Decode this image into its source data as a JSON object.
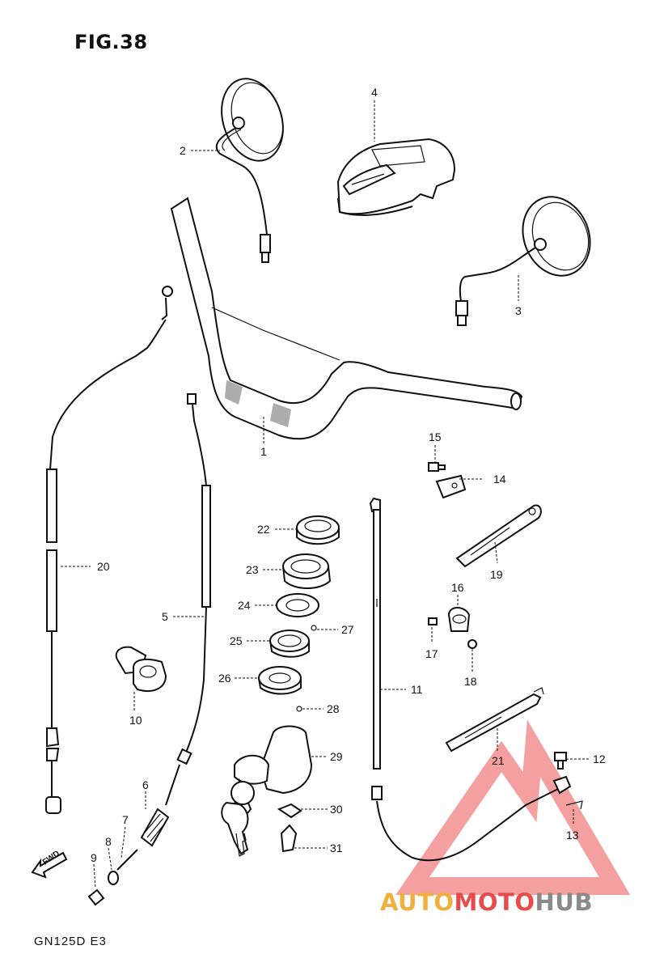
{
  "figure": {
    "title": "FIG.38",
    "model_code": "GN125D E3",
    "direction_label": "FWD"
  },
  "callouts": [
    {
      "id": "1",
      "text": "1"
    },
    {
      "id": "2",
      "text": "2"
    },
    {
      "id": "3",
      "text": "3"
    },
    {
      "id": "4",
      "text": "4"
    },
    {
      "id": "5",
      "text": "5"
    },
    {
      "id": "6",
      "text": "6"
    },
    {
      "id": "7",
      "text": "7"
    },
    {
      "id": "8",
      "text": "8"
    },
    {
      "id": "9",
      "text": "9"
    },
    {
      "id": "10",
      "text": "10"
    },
    {
      "id": "11",
      "text": "11"
    },
    {
      "id": "12",
      "text": "12"
    },
    {
      "id": "13",
      "text": "13"
    },
    {
      "id": "14",
      "text": "14"
    },
    {
      "id": "15",
      "text": "15"
    },
    {
      "id": "16",
      "text": "16"
    },
    {
      "id": "17",
      "text": "17"
    },
    {
      "id": "18",
      "text": "18"
    },
    {
      "id": "19",
      "text": "19"
    },
    {
      "id": "20",
      "text": "20"
    },
    {
      "id": "21",
      "text": "21"
    },
    {
      "id": "22",
      "text": "22"
    },
    {
      "id": "23",
      "text": "23"
    },
    {
      "id": "24",
      "text": "24"
    },
    {
      "id": "25",
      "text": "25"
    },
    {
      "id": "26",
      "text": "26"
    },
    {
      "id": "27",
      "text": "27"
    },
    {
      "id": "28",
      "text": "28"
    },
    {
      "id": "29",
      "text": "29"
    },
    {
      "id": "30",
      "text": "30"
    },
    {
      "id": "31",
      "text": "31"
    }
  ],
  "watermark": {
    "part_a": "AUTO",
    "part_b": "MOTO",
    "part_c": "HUB",
    "colors": {
      "auto": "#f0b040",
      "moto": "#e84b4b",
      "hub": "#8a8a8a",
      "triangle": "#f08080"
    }
  }
}
